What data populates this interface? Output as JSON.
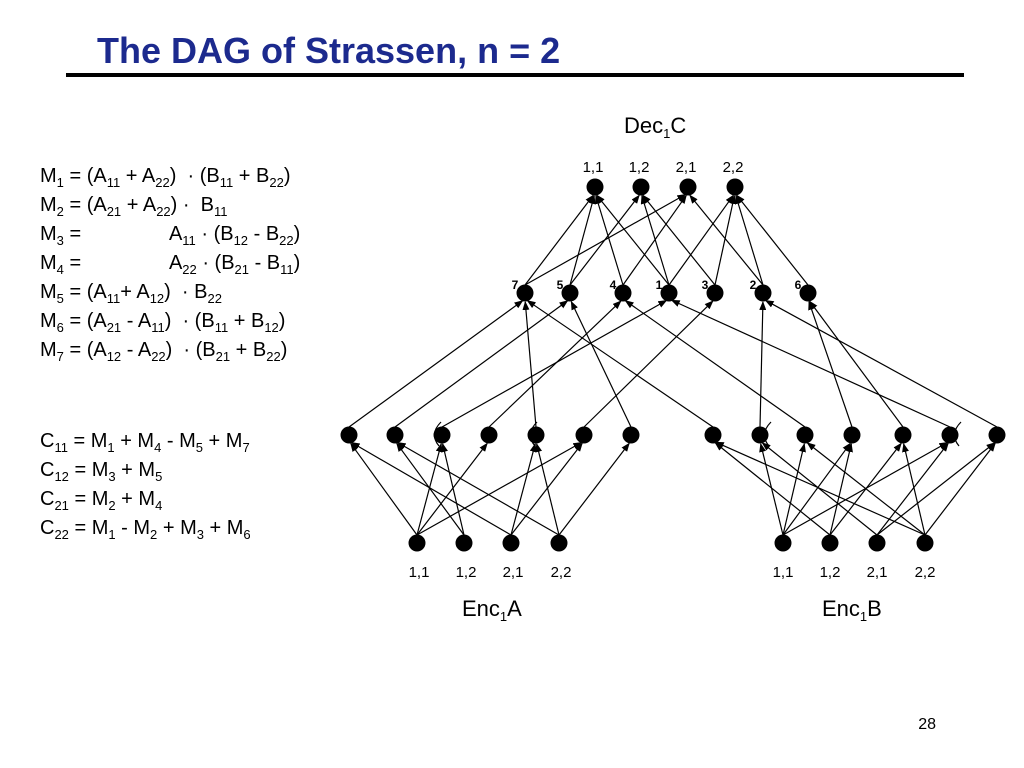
{
  "slide": {
    "title": "The DAG of Strassen, n = 2",
    "page_number": "28"
  },
  "m_equations": [
    [
      {
        "t": "M"
      },
      {
        "s": "1"
      },
      {
        "t": " = (A"
      },
      {
        "s": "11"
      },
      {
        "t": " + A"
      },
      {
        "s": "22"
      },
      {
        "t": ")  · (B"
      },
      {
        "s": "11"
      },
      {
        "t": " + B"
      },
      {
        "s": "22"
      },
      {
        "t": ")"
      }
    ],
    [
      {
        "t": "M"
      },
      {
        "s": "2"
      },
      {
        "t": " = (A"
      },
      {
        "s": "21"
      },
      {
        "t": " + A"
      },
      {
        "s": "22"
      },
      {
        "t": ") ·  B"
      },
      {
        "s": "11"
      }
    ],
    [
      {
        "t": "M"
      },
      {
        "s": "3"
      },
      {
        "t": " =                A"
      },
      {
        "s": "11"
      },
      {
        "t": " · (B"
      },
      {
        "s": "12"
      },
      {
        "t": " - B"
      },
      {
        "s": "22"
      },
      {
        "t": ")"
      }
    ],
    [
      {
        "t": "M"
      },
      {
        "s": "4"
      },
      {
        "t": " =                A"
      },
      {
        "s": "22"
      },
      {
        "t": " · (B"
      },
      {
        "s": "21"
      },
      {
        "t": " - B"
      },
      {
        "s": "11"
      },
      {
        "t": ")"
      }
    ],
    [
      {
        "t": "M"
      },
      {
        "s": "5"
      },
      {
        "t": " = (A"
      },
      {
        "s": "11"
      },
      {
        "t": "+ A"
      },
      {
        "s": "12"
      },
      {
        "t": ")  · B"
      },
      {
        "s": "22"
      }
    ],
    [
      {
        "t": "M"
      },
      {
        "s": "6"
      },
      {
        "t": " = (A"
      },
      {
        "s": "21"
      },
      {
        "t": " - A"
      },
      {
        "s": "11"
      },
      {
        "t": ")  · (B"
      },
      {
        "s": "11"
      },
      {
        "t": " + B"
      },
      {
        "s": "12"
      },
      {
        "t": ")"
      }
    ],
    [
      {
        "t": "M"
      },
      {
        "s": "7"
      },
      {
        "t": " = (A"
      },
      {
        "s": "12"
      },
      {
        "t": " - A"
      },
      {
        "s": "22"
      },
      {
        "t": ")  · (B"
      },
      {
        "s": "21"
      },
      {
        "t": " + B"
      },
      {
        "s": "22"
      },
      {
        "t": ")"
      }
    ]
  ],
  "c_equations": [
    [
      {
        "t": "C"
      },
      {
        "s": "11"
      },
      {
        "t": " = M"
      },
      {
        "s": "1"
      },
      {
        "t": " + M"
      },
      {
        "s": "4"
      },
      {
        "t": " - M"
      },
      {
        "s": "5"
      },
      {
        "t": " + M"
      },
      {
        "s": "7"
      }
    ],
    [
      {
        "t": "C"
      },
      {
        "s": "12"
      },
      {
        "t": " = M"
      },
      {
        "s": "3"
      },
      {
        "t": " + M"
      },
      {
        "s": "5"
      }
    ],
    [
      {
        "t": "C"
      },
      {
        "s": "21"
      },
      {
        "t": " = M"
      },
      {
        "s": "2"
      },
      {
        "t": " + M"
      },
      {
        "s": "4"
      }
    ],
    [
      {
        "t": "C"
      },
      {
        "s": "22"
      },
      {
        "t": " = M"
      },
      {
        "s": "1"
      },
      {
        "t": " - M"
      },
      {
        "s": "2"
      },
      {
        "t": " + M"
      },
      {
        "s": "3"
      },
      {
        "t": " + M"
      },
      {
        "s": "6"
      }
    ]
  ],
  "dag": {
    "decoder_label": [
      {
        "t": "Dec"
      },
      {
        "s": "1"
      },
      {
        "t": "C"
      }
    ],
    "encoder_a_label": [
      {
        "t": "Enc"
      },
      {
        "s": "1"
      },
      {
        "t": "A"
      }
    ],
    "encoder_b_label": [
      {
        "t": "Enc"
      },
      {
        "s": "1"
      },
      {
        "t": "B"
      }
    ],
    "output_node_labels": [
      "1,1",
      "1,2",
      "2,1",
      "2,2"
    ],
    "input_a_node_labels": [
      "1,1",
      "1,2",
      "2,1",
      "2,2"
    ],
    "input_b_node_labels": [
      "1,1",
      "1,2",
      "2,1",
      "2,2"
    ],
    "product_node_labels": [
      "7",
      "5",
      "4",
      "1",
      "3",
      "2",
      "6"
    ],
    "edge_color": "#000000",
    "node_color": "#000000",
    "title_color": "#1c2a8e"
  }
}
